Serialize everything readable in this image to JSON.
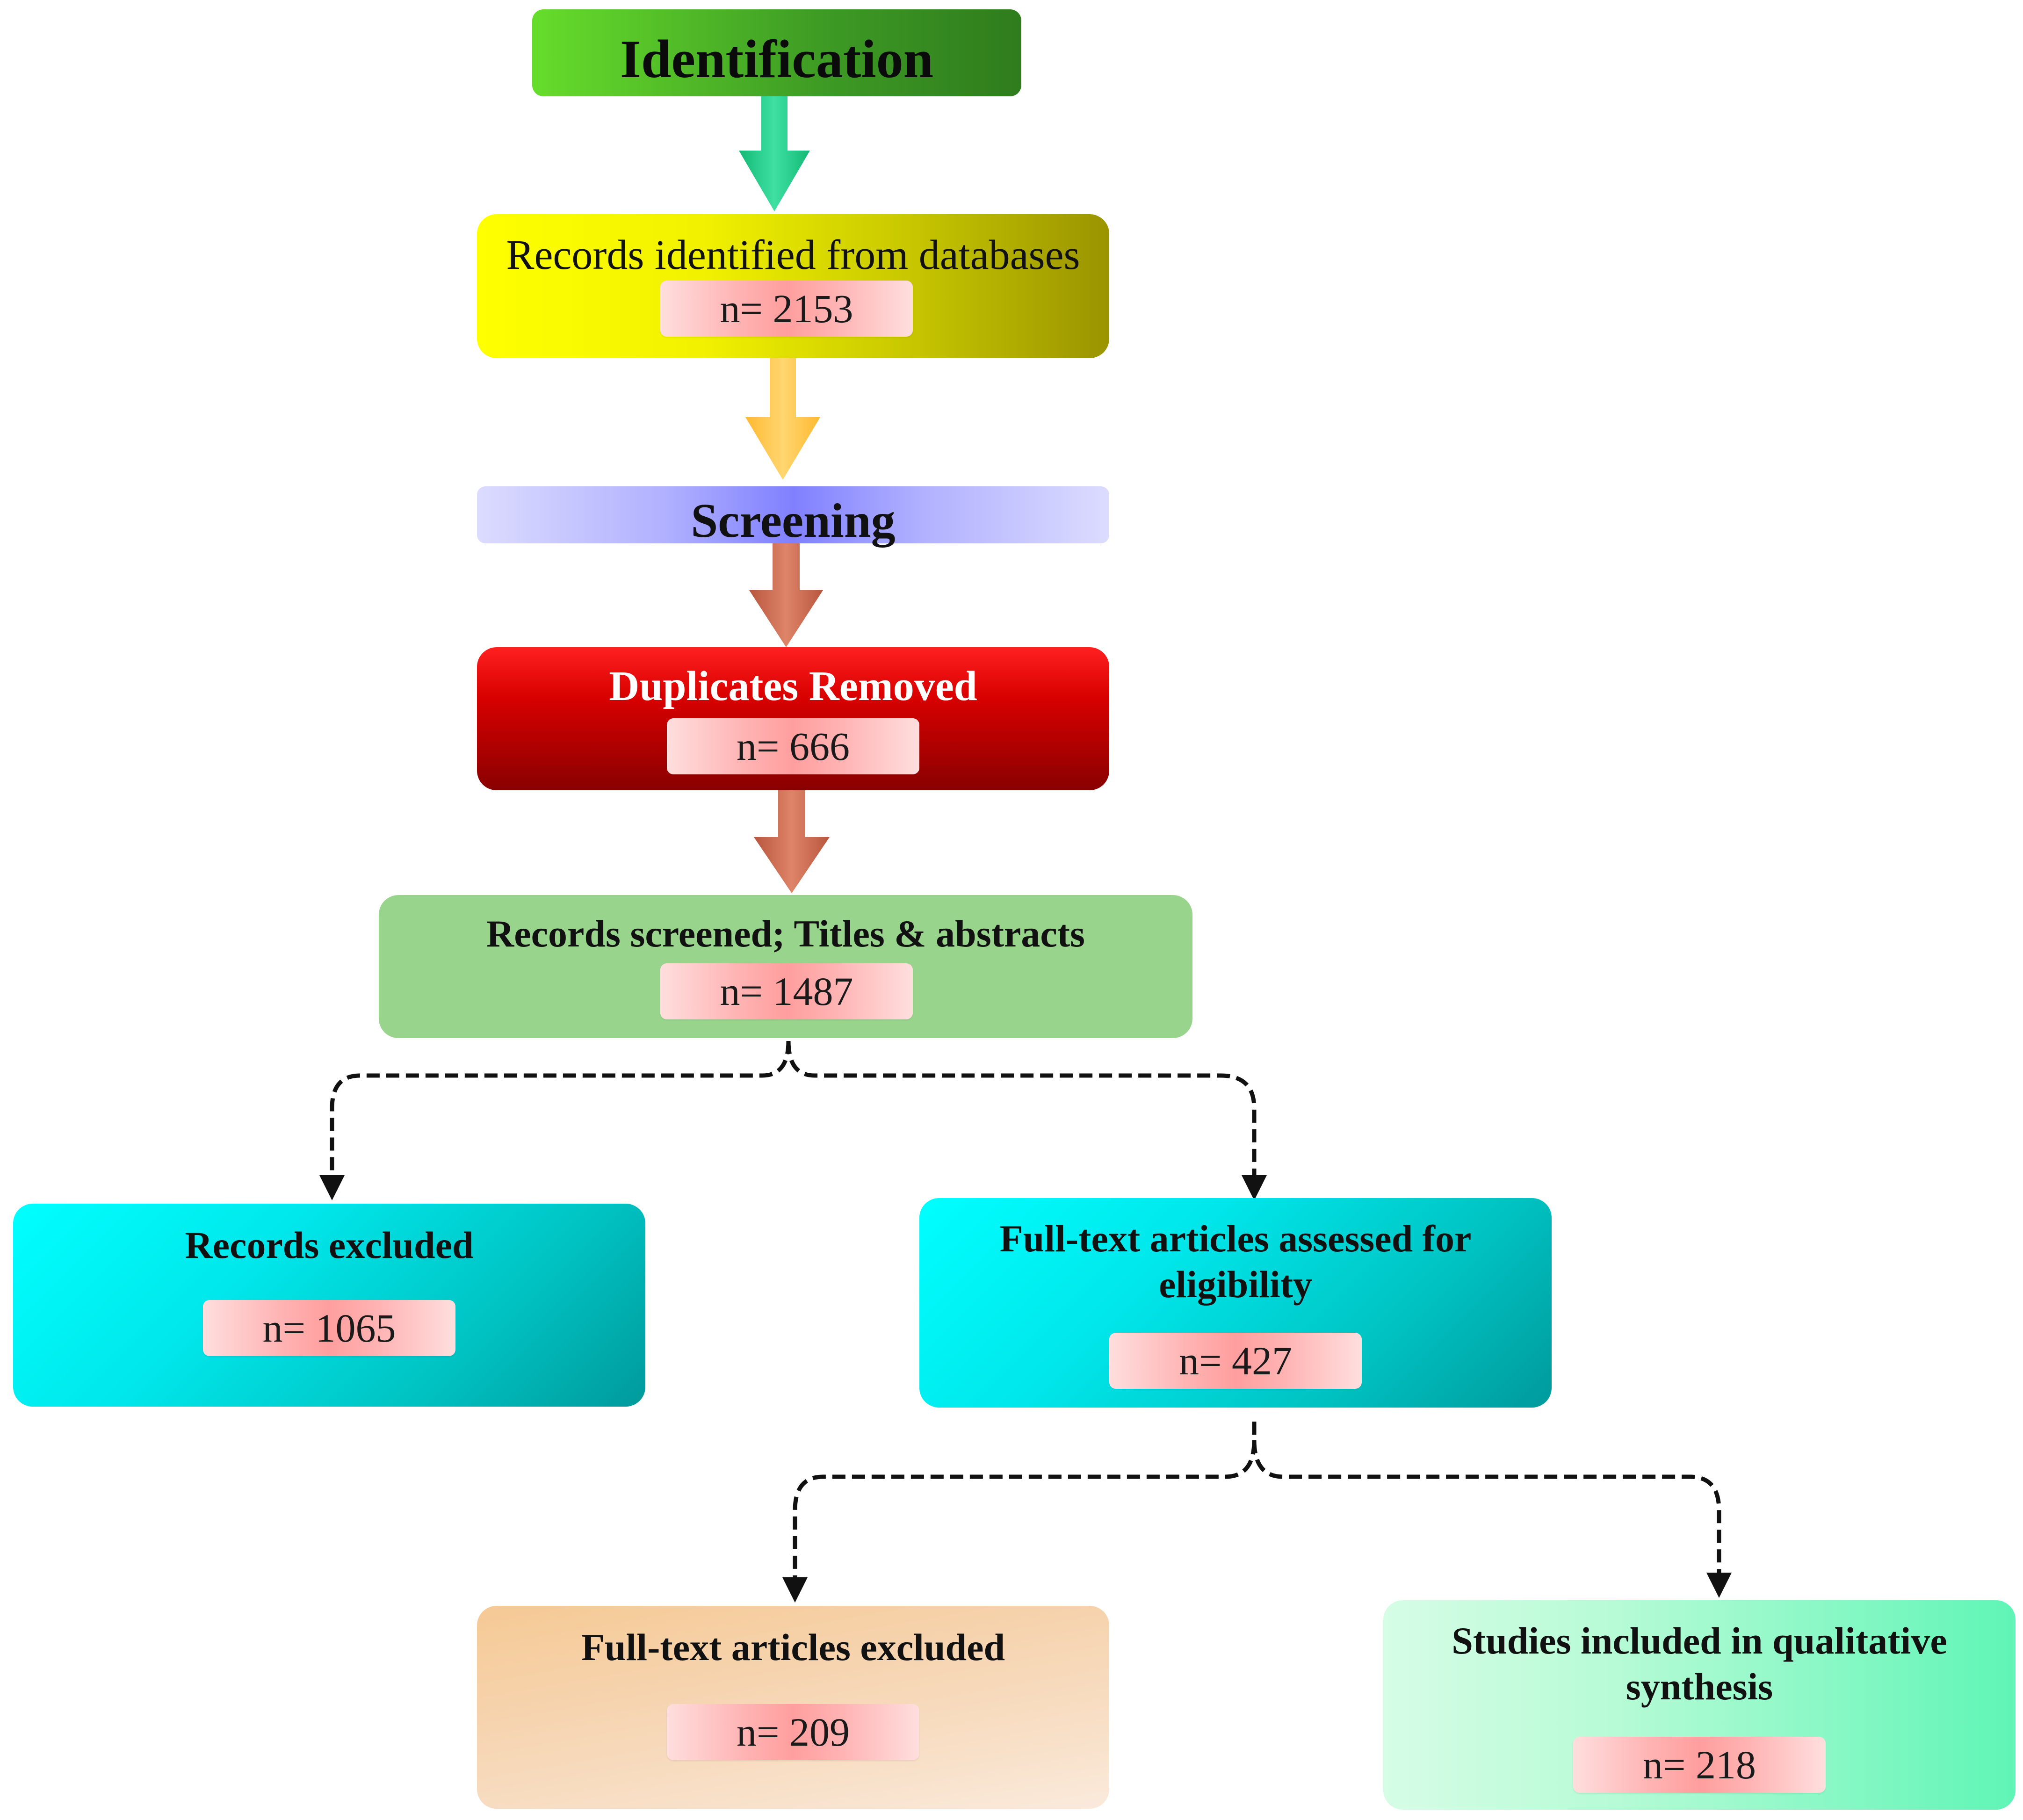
{
  "nodes": {
    "identification": {
      "title": "Identification"
    },
    "records_identified": {
      "title": "Records identified from databases",
      "count": "n= 2153"
    },
    "screening": {
      "title": "Screening"
    },
    "duplicates_removed": {
      "title": "Duplicates Removed",
      "count": "n= 666"
    },
    "records_screened": {
      "title": "Records screened; Titles & abstracts",
      "count": "n= 1487"
    },
    "records_excluded": {
      "title": "Records excluded",
      "count": "n= 1065"
    },
    "fulltext_assessed": {
      "title": "Full-text articles assessed for eligibility",
      "count": "n= 427"
    },
    "fulltext_excluded": {
      "title": "Full-text articles excluded",
      "count": "n= 209"
    },
    "studies_included": {
      "title": "Studies included in qualitative synthesis",
      "count": "n= 218"
    }
  },
  "edges": [
    {
      "from": "identification",
      "to": "records_identified",
      "style": "block-arrow",
      "color": "#1fc98a"
    },
    {
      "from": "records_identified",
      "to": "screening",
      "style": "block-arrow",
      "color": "#ffc64e"
    },
    {
      "from": "screening",
      "to": "duplicates_removed",
      "style": "block-arrow",
      "color": "#cc6d55"
    },
    {
      "from": "duplicates_removed",
      "to": "records_screened",
      "style": "block-arrow",
      "color": "#cc6d55"
    },
    {
      "from": "records_screened",
      "to": "records_excluded",
      "style": "dashed"
    },
    {
      "from": "records_screened",
      "to": "fulltext_assessed",
      "style": "dashed"
    },
    {
      "from": "fulltext_assessed",
      "to": "fulltext_excluded",
      "style": "dashed"
    },
    {
      "from": "fulltext_assessed",
      "to": "studies_included",
      "style": "dashed"
    }
  ]
}
